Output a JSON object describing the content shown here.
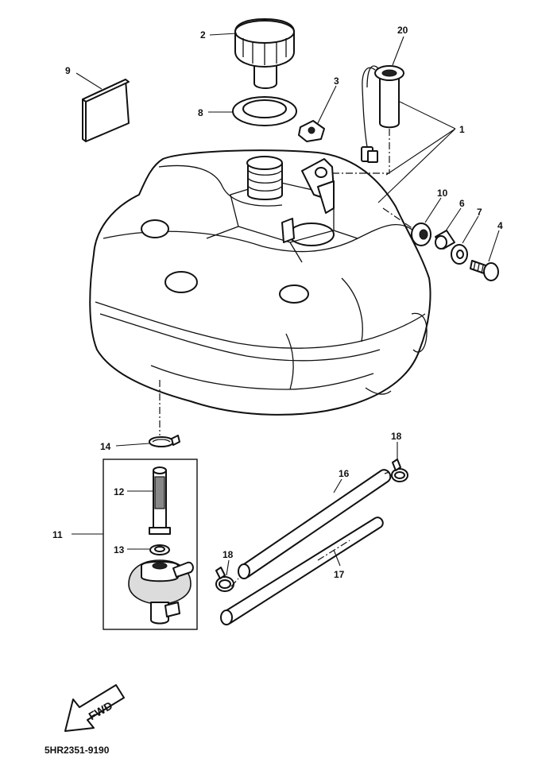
{
  "callouts": {
    "c1": "1",
    "c2": "2",
    "c3": "3",
    "c4": "4",
    "c6": "6",
    "c7": "7",
    "c8": "8",
    "c9": "9",
    "c10": "10",
    "c11": "11",
    "c12": "12",
    "c13": "13",
    "c14": "14",
    "c16": "16",
    "c17": "17",
    "c18a": "18",
    "c18b": "18",
    "c20": "20"
  },
  "fwd_label": "FWD",
  "diagram_code": "5HR2351-9190"
}
